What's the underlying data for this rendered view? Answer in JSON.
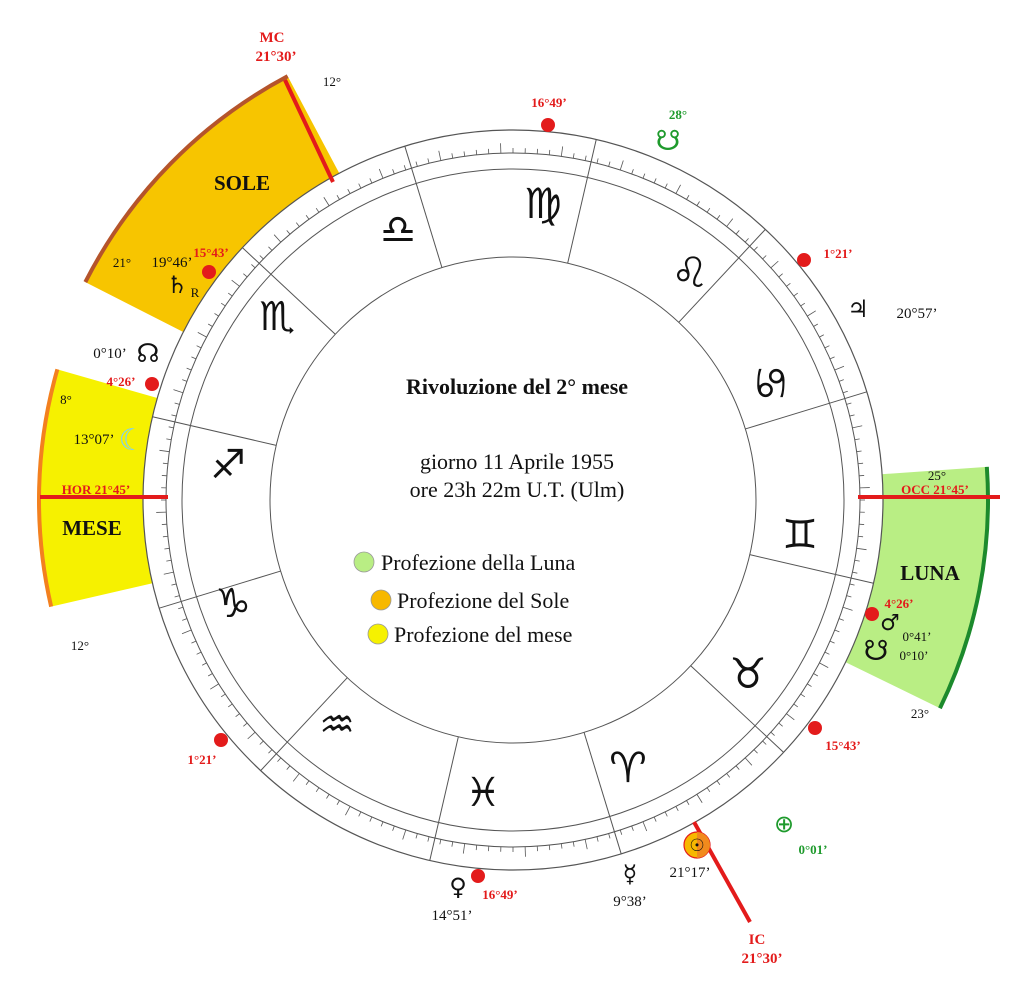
{
  "center": {
    "title": "Rivoluzione del 2° mese",
    "date_line": "giorno 11 Aprile 1955",
    "time_line": "ore 23h 22m U.T. (Ulm)",
    "legend": [
      {
        "label": "Profezione della Luna",
        "color": "#b9ee84"
      },
      {
        "label": "Profezione del Sole",
        "color": "#f7b800"
      },
      {
        "label": "Profezione del mese",
        "color": "#f6f100"
      }
    ]
  },
  "axes": {
    "mc": {
      "name": "MC",
      "value": "21°30’"
    },
    "ic": {
      "name": "IC",
      "value": "21°30’"
    },
    "hor": {
      "label": "HOR 21°45’"
    },
    "occ": {
      "label": "OCC 21°45’"
    }
  },
  "bands": {
    "sole": {
      "label": "SOLE",
      "deg_start": "21°",
      "deg_end": "12°",
      "color": "#f7c500"
    },
    "mese": {
      "label": "MESE",
      "deg_start": "8°",
      "deg_end": "12°",
      "color": "#f6f100"
    },
    "luna": {
      "label": "LUNA",
      "deg_start": "25°",
      "deg_end": "23°",
      "color": "#b9ee84"
    }
  },
  "signs": [
    {
      "name": "Virgo",
      "glyph": "♍"
    },
    {
      "name": "Leo",
      "glyph": "♌"
    },
    {
      "name": "Cancer",
      "glyph": "♋"
    },
    {
      "name": "Gemini",
      "glyph": "♊"
    },
    {
      "name": "Taurus",
      "glyph": "♉"
    },
    {
      "name": "Aries",
      "glyph": "♈"
    },
    {
      "name": "Pisces",
      "glyph": "♓"
    },
    {
      "name": "Aquarius",
      "glyph": "♒"
    },
    {
      "name": "Capricorn",
      "glyph": "♑"
    },
    {
      "name": "Sagittarius",
      "glyph": "♐"
    },
    {
      "name": "Scorpio",
      "glyph": "♏"
    },
    {
      "name": "Libra",
      "glyph": "♎"
    }
  ],
  "cusps": [
    "16°49’",
    "1°21’",
    "15°43’",
    "1°21’",
    "4°26’",
    "15°43’",
    "4°26’",
    "16°49’"
  ],
  "planets": {
    "saturn": {
      "glyph": "♄",
      "retro": "R",
      "value": "19°46’"
    },
    "node": {
      "glyph": "☊",
      "value": "0°10’"
    },
    "moon": {
      "glyph": "☾",
      "value": "13°07’"
    },
    "jupiter": {
      "glyph": "♃",
      "value": "20°57’"
    },
    "south_node": {
      "glyph": "☋",
      "value": "28°"
    },
    "mars": {
      "glyph": "♂",
      "value": "0°41’"
    },
    "luna_node": {
      "glyph": "☋",
      "value": "0°10’"
    },
    "fortune": {
      "glyph": "⊕",
      "value": "0°01’"
    },
    "sun": {
      "glyph": "☉",
      "value": "21°17’"
    },
    "mercury": {
      "glyph": "☿",
      "value": "9°38’"
    },
    "venus": {
      "glyph": "♀",
      "value": "14°51’"
    }
  }
}
